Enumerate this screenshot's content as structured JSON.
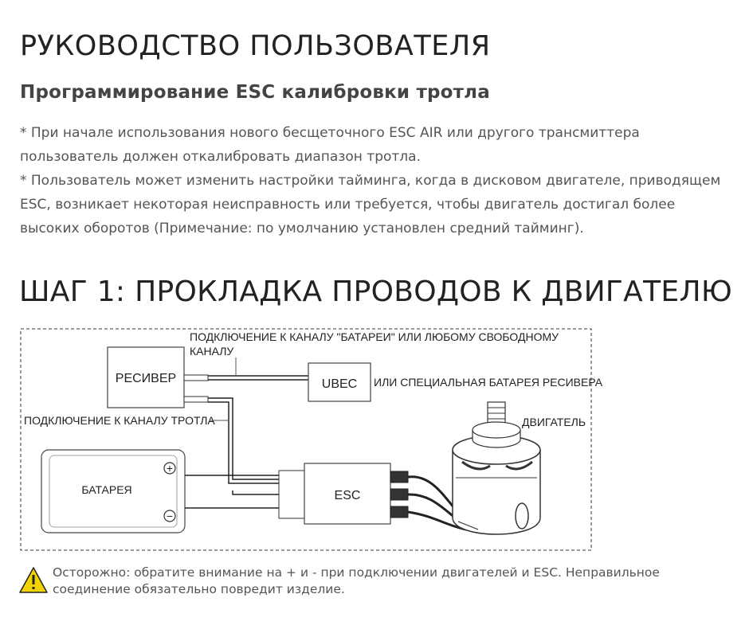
{
  "page": {
    "title": "РУКОВОДСТВО ПОЛЬЗОВАТЕЛЯ",
    "subtitle": "Программирование ESC калибровки тротла",
    "para1": "* При начале использования нового бесщеточного ESC AIR или другого трансмиттера пользователь должен откалибровать диапазон тротла.",
    "para2": "* Пользователь может изменить настройки тайминга, когда в дисковом двигателе, приводящем ESC, возникает некоторая неисправность или требуется, чтобы двигатель достигал более высоких оборотов (Примечание: по умолчанию установлен средний тайминг).",
    "step_title": "ШАГ 1: ПРОКЛАДКА ПРОВОДОВ К ДВИГАТЕЛЮ"
  },
  "diagram": {
    "label_battery_channel_1": "ПОДКЛЮЧЕНИЕ К КАНАЛУ \"БАТАРЕИ\" ИЛИ ЛЮБОМУ СВОБОДНОМУ",
    "label_battery_channel_2": "КАНАЛУ",
    "receiver": "РЕСИВЕР",
    "ubec": "UBEC",
    "receiver_battery": "ИЛИ СПЕЦИАЛЬНАЯ БАТАРЕЯ РЕСИВЕРА",
    "throttle_channel": "ПОДКЛЮЧЕНИЕ К КАНАЛУ ТРОТЛА",
    "motor": "ДВИГАТЕЛЬ",
    "battery": "БАТАРЕЯ",
    "esc": "ESC",
    "plus": "+",
    "minus": "−"
  },
  "warning": {
    "text": "Осторожно: обратите внимание на + и - при подключении двигателей и ESC. Неправильное соединение обязательно повредит изделие.",
    "icon_color": "#f2d200"
  }
}
